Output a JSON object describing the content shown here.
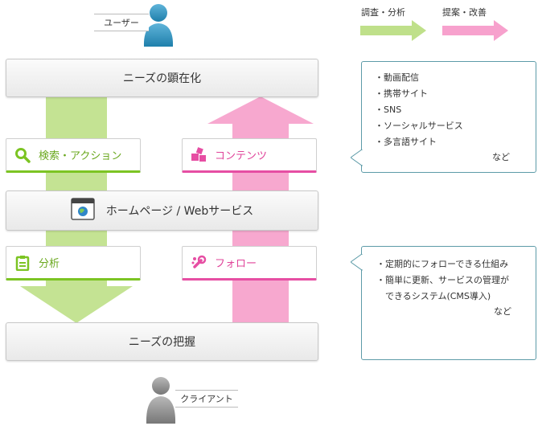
{
  "user_label": "ユーザー",
  "client_label": "クライアント",
  "legend": {
    "research_label": "調査・分析",
    "proposal_label": "提案・改善",
    "research_color": "#bfe08a",
    "proposal_color": "#f7a1cd"
  },
  "boxes": {
    "needs_visible": "ニーズの顕在化",
    "homepage": "ホームページ / Webサービス",
    "needs_grasp": "ニーズの把握"
  },
  "tags": {
    "search": "検索・アクション",
    "contents": "コンテンツ",
    "analysis": "分析",
    "follow": "フォロー"
  },
  "bubble_top": {
    "items": [
      "・動画配信",
      "・携帯サイト",
      "・SNS",
      "・ソーシャルサービス",
      "・多言語サイト"
    ],
    "etc": "など"
  },
  "bubble_bottom": {
    "items": [
      "・定期的にフォローできる仕組み",
      "・簡単に更新、サービスの管理が",
      "　できるシステム(CMS導入)"
    ],
    "etc": "など"
  }
}
